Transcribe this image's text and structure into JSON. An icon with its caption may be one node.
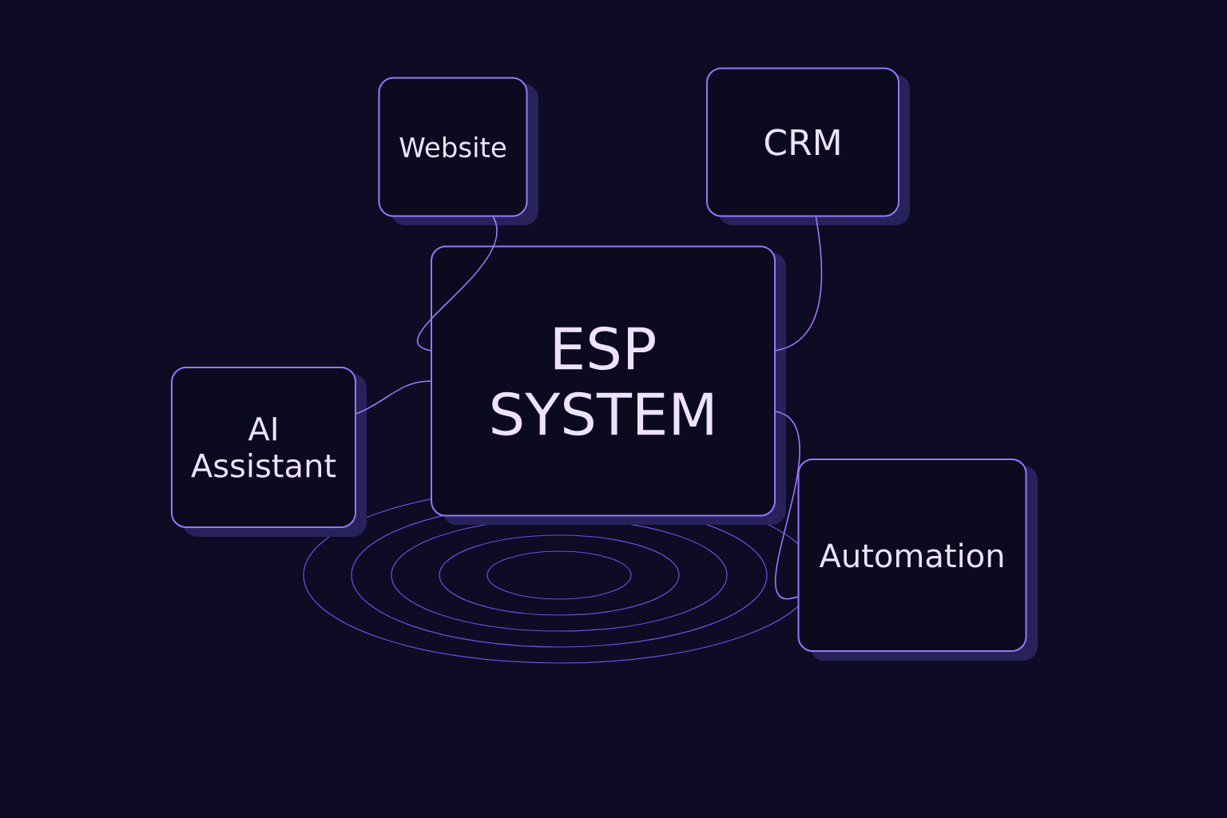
{
  "diagram": {
    "nodes": [
      {
        "text": [
          "Website"
        ]
      },
      {
        "text": [
          "CRM"
        ]
      },
      {
        "text": [
          "ESP SYSTEM"
        ]
      },
      {
        "text": [
          "AI Assistant"
        ]
      },
      {
        "text": [
          "Automation"
        ]
      }
    ],
    "edges": [
      {
        "from": 0,
        "to": 2,
        "arrow": "none"
      },
      {
        "from": 1,
        "to": 2,
        "arrow": "none"
      },
      {
        "from": 3,
        "to": 2,
        "arrow": "none"
      },
      {
        "from": 4,
        "to": 2,
        "arrow": "none"
      }
    ]
  }
}
